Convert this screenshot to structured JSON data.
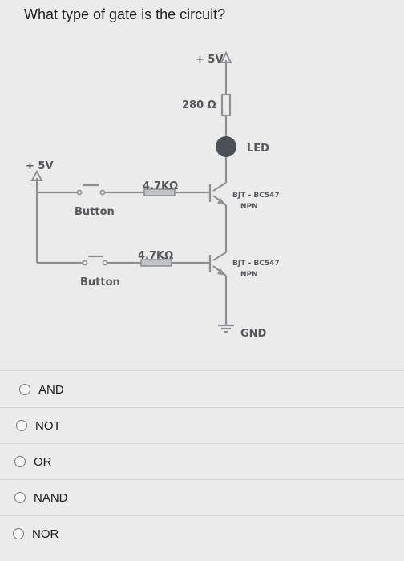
{
  "question": "What type of gate is the circuit?",
  "circuit": {
    "supply_top": "+ 5V",
    "resistor_led": "280 Ω",
    "led": "LED",
    "supply_left": "+ 5V",
    "button1": "Button",
    "button2": "Button",
    "r1": "4.7KΩ",
    "r2": "4.7KΩ",
    "q1_part": "BJT - BC547",
    "q1_type": "NPN",
    "q2_part": "BJT - BC547",
    "q2_type": "NPN",
    "ground": "GND"
  },
  "options": [
    "AND",
    "NOT",
    "OR",
    "NAND",
    "NOR"
  ]
}
